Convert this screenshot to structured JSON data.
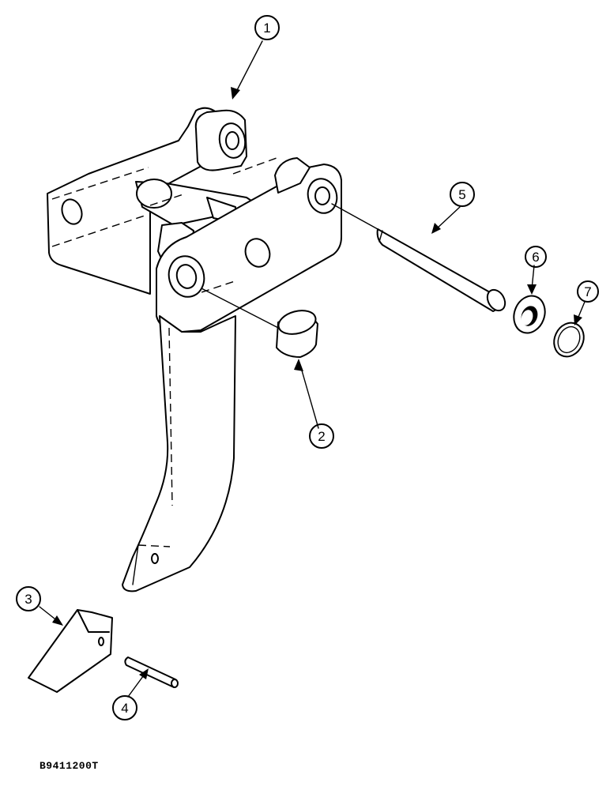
{
  "callouts": [
    {
      "num": "1",
      "part": "ripper-frame"
    },
    {
      "num": "2",
      "part": "bushing"
    },
    {
      "num": "3",
      "part": "ripper-tip"
    },
    {
      "num": "4",
      "part": "tip-pin"
    },
    {
      "num": "5",
      "part": "mounting-pin"
    },
    {
      "num": "6",
      "part": "washer"
    },
    {
      "num": "7",
      "part": "snap-ring"
    }
  ],
  "drawing_id": "B9411200T"
}
